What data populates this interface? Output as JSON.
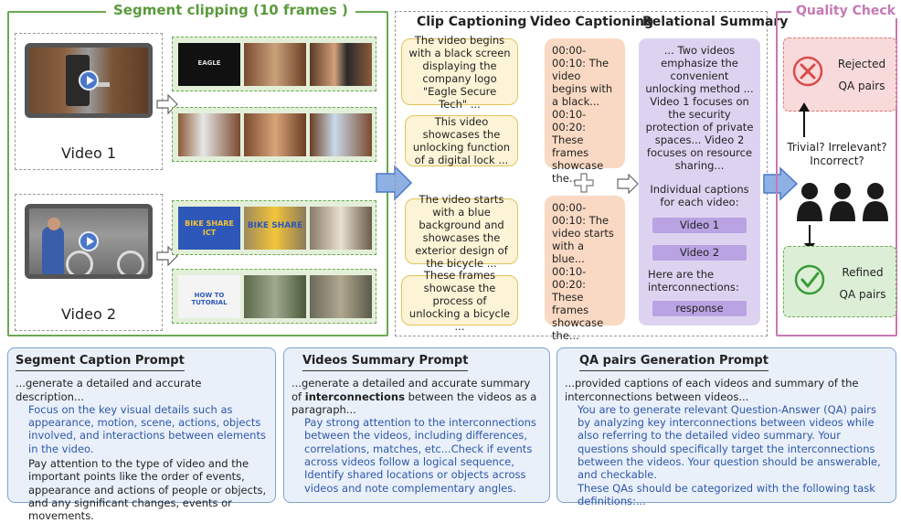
{
  "segment": {
    "title": "Segment clipping (10 frames )",
    "video1_label": "Video 1",
    "video2_label": "Video 2",
    "thumb_logo1": "EAGLE",
    "thumb_logo2": "BIKE SHARE ICT",
    "thumb_logo3": "BIKE SHARE",
    "thumb_logo4": "HOW TO TUTORIAL"
  },
  "captioning": {
    "clip_title": "Clip Captioning",
    "video_title": "Video Captioning",
    "relational_title": "Relational Summary",
    "clip_captions": [
      "The video begins with a black screen displaying the company logo \"Eagle Secure Tech\" ...",
      "This video showcases the unlocking function of a digital lock ...",
      "The video starts with a blue background and showcases the exterior design of the bicycle ...",
      "These frames showcase the process of unlocking a bicycle ..."
    ],
    "video_captions": [
      "00:00-00:10: The video begins with a black... 00:10-00:20: These frames showcase the...",
      "00:00-00:10: The video starts with a blue... 00:10-00:20: These frames showcase the..."
    ],
    "relational_summary": "... Two videos emphasize the convenient unlocking method ... Video 1 focuses on the security protection of private spaces... Video 2 focuses on resource sharing...",
    "individual_label": "Individual captions for each video:",
    "pill_video1": "Video 1",
    "pill_video2": "Video 2",
    "interconnections_label": "Here are the interconnections:",
    "pill_response": "response"
  },
  "quality": {
    "title": "Quality Check",
    "rejected": "Rejected QA pairs",
    "question": "Trivial? Irrelevant? Incorrect?",
    "refined": "Refined QA pairs"
  },
  "prompts": {
    "segment": {
      "title": "Segment Caption Prompt",
      "p1": "...generate a detailed and accurate description...",
      "p2": "Focus on the key visual details such as appearance, motion, scene, actions, objects involved, and interactions between elements in the video.",
      "p3": "Pay attention to the type of video and the important points like the order of events, appearance and actions of people or objects, and any significant changes, events or movements."
    },
    "summary": {
      "title": "Videos Summary Prompt",
      "p1a": "...generate a detailed and accurate summary of ",
      "p1b": "interconnections",
      "p1c": " between the videos as a paragraph...",
      "p2": "Pay strong attention to the interconnections between the videos, including differences, correlations, matches, etc...Check if events across videos follow a logical sequence, Identify shared locations or objects across videos and note complementary angles."
    },
    "qa": {
      "title": "QA pairs Generation Prompt",
      "p1": "...provided captions of each videos and summary of the interconnections between videos...",
      "p2": "You are to generate relevant Question-Answer (QA) pairs by analyzing key interconnections between videos while also referring to the detailed video summary. Your questions should specifically target the interconnections between the videos. Your question should be answerable, and checkable.",
      "p3": "These QAs should be categorized with the following task definitions:..."
    }
  },
  "colors": {
    "green": "#6aa84f",
    "yellow_box": "#fdf3d6",
    "orange_box": "#f9d9c3",
    "purple_box": "#ddd3f1",
    "pink": "#c678b4",
    "arrow_blue": "#8fb0e3"
  }
}
